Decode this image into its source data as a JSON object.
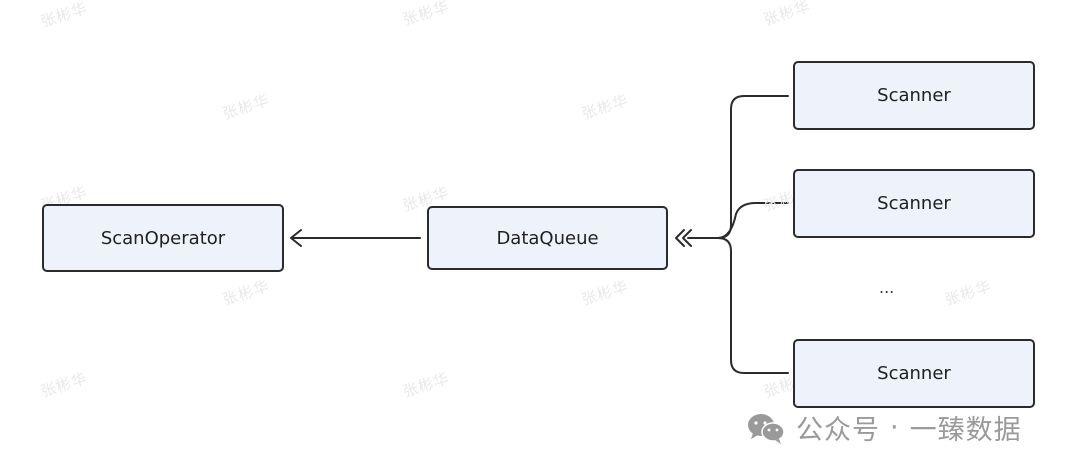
{
  "diagram": {
    "nodes": {
      "scan_operator": "ScanOperator",
      "data_queue": "DataQueue",
      "scanner_1": "Scanner",
      "scanner_2": "Scanner",
      "scanner_3": "Scanner",
      "ellipsis": "..."
    },
    "edges": [
      {
        "from": "data_queue",
        "to": "scan_operator"
      },
      {
        "from": "scanner_1",
        "to": "data_queue"
      },
      {
        "from": "scanner_2",
        "to": "data_queue"
      },
      {
        "from": "scanner_3",
        "to": "data_queue"
      }
    ]
  },
  "watermark": {
    "text": "张彬华"
  },
  "brand": {
    "icon": "wechat-icon",
    "prefix": "公众号",
    "separator": "·",
    "name": "一臻数据"
  },
  "colors": {
    "box_fill": "#eef2fb",
    "stroke": "#2b2b2b",
    "watermark": "#e9e9e9",
    "brand_text": "#9a9a9a"
  }
}
